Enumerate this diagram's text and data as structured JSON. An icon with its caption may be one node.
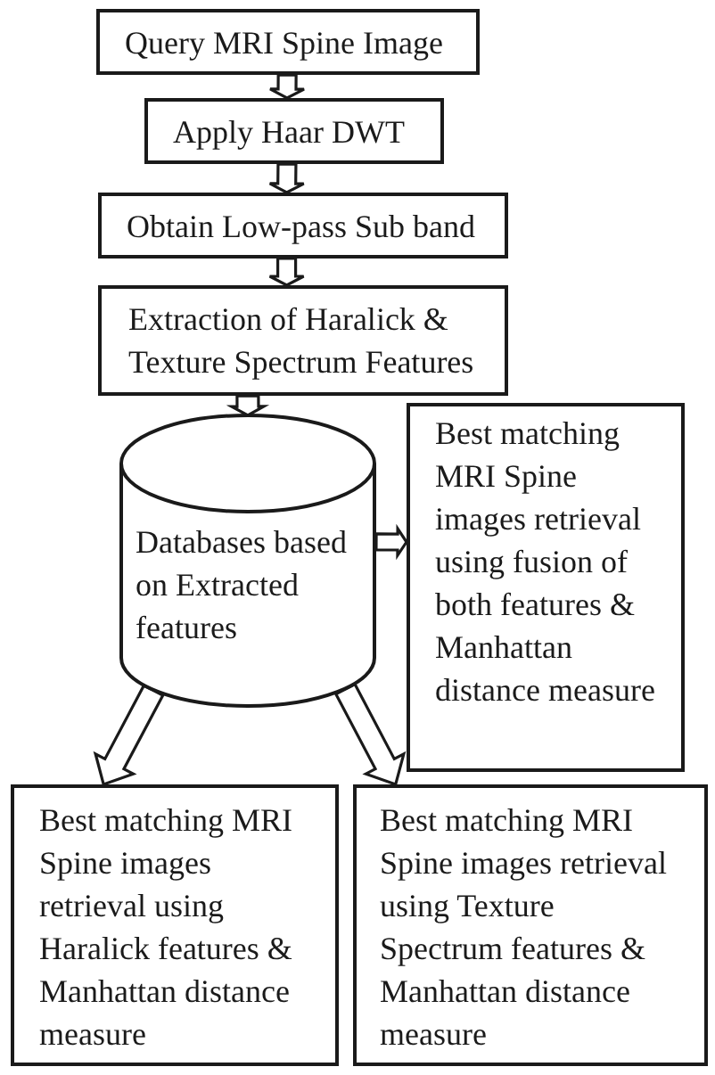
{
  "diagram": {
    "nodes": [
      {
        "text": [
          "Query MRI Spine Image"
        ]
      },
      {
        "text": [
          "Apply Haar DWT"
        ]
      },
      {
        "text": [
          "Obtain Low-pass Sub band"
        ]
      },
      {
        "text": [
          "Extraction of Haralick & Texture Spectrum Features"
        ]
      },
      {
        "text": [
          "Databases based on Extracted features"
        ]
      },
      {
        "text": [
          "Best matching MRI Spine images retrieval using fusion of both features & Manhattan distance measure"
        ]
      },
      {
        "text": [
          "Best matching MRI Spine images retrieval using Haralick features & Manhattan distance measure"
        ]
      },
      {
        "text": [
          "Best matching MRI Spine images retrieval using Texture Spectrum features & Manhattan distance measure"
        ]
      }
    ],
    "edges": [
      {
        "from": 0,
        "to": 1,
        "arrow": "to"
      },
      {
        "from": 1,
        "to": 2,
        "arrow": "to"
      },
      {
        "from": 2,
        "to": 3,
        "arrow": "to"
      },
      {
        "from": 3,
        "to": 4,
        "arrow": "to"
      },
      {
        "from": 4,
        "to": 5,
        "arrow": "to"
      },
      {
        "from": 4,
        "to": 6,
        "arrow": "to"
      },
      {
        "from": 4,
        "to": 7,
        "arrow": "to"
      }
    ]
  }
}
